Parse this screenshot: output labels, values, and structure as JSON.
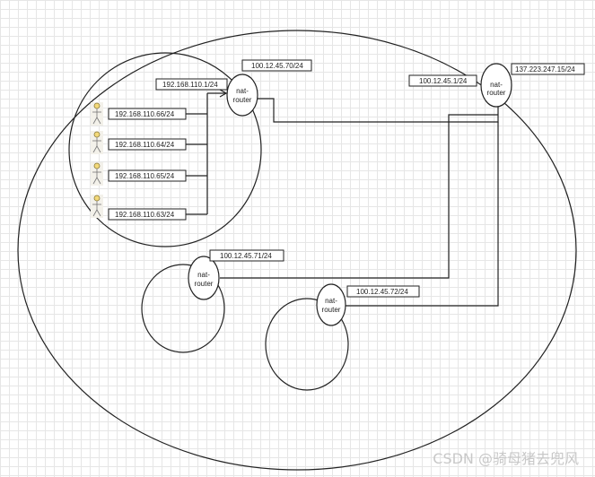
{
  "watermark": "CSDN @骑母猪去兜风",
  "colors": {
    "stroke": "#222222",
    "grid": "#e6e6e6",
    "person_head": "#f3d97a"
  },
  "routers": {
    "main": {
      "line1": "nat-",
      "line2": "router"
    },
    "lan": {
      "line1": "nat-",
      "line2": "router"
    },
    "r71": {
      "line1": "nat-",
      "line2": "router"
    },
    "r72": {
      "line1": "nat-",
      "line2": "router"
    }
  },
  "labels": {
    "main_public": "137.223.247.15/24",
    "main_inner": "100.12.45.1/24",
    "lan_wan": "100.12.45.70/24",
    "lan_gateway": "192.168.110.1/24",
    "r71_wan": "100.12.45.71/24",
    "r72_wan": "100.12.45.72/24"
  },
  "hosts": [
    {
      "ip": "192.168.110.66/24",
      "icon": "person-icon"
    },
    {
      "ip": "192.168.110.64/24",
      "icon": "person-icon"
    },
    {
      "ip": "192.168.110.65/24",
      "icon": "person-icon"
    },
    {
      "ip": "192.168.110.63/24",
      "icon": "person-icon"
    }
  ]
}
